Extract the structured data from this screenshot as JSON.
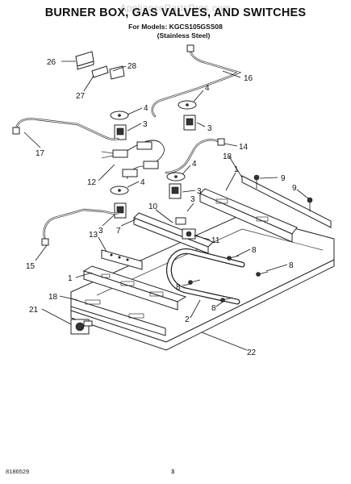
{
  "header": {
    "watermark": "AppliancePartsPros.com",
    "title": "BURNER BOX, GAS VALVES, AND SWITCHES",
    "models_line": "For Models: KGCS105GSS08",
    "variant_line": "(Stainless Steel)"
  },
  "callouts": [
    "26",
    "28",
    "27",
    "16",
    "4",
    "4",
    "3",
    "3",
    "17",
    "14",
    "18",
    "12",
    "4",
    "4",
    "9",
    "1",
    "3",
    "9",
    "3",
    "10",
    "3",
    "7",
    "11",
    "13",
    "8",
    "15",
    "8",
    "1",
    "8",
    "18",
    "8",
    "21",
    "2",
    "22"
  ],
  "footer": {
    "doc_number": "8186529",
    "page_number": "3"
  },
  "colors": {
    "ink": "#111111",
    "background": "#ffffff",
    "watermark": "#c8c8c8"
  }
}
